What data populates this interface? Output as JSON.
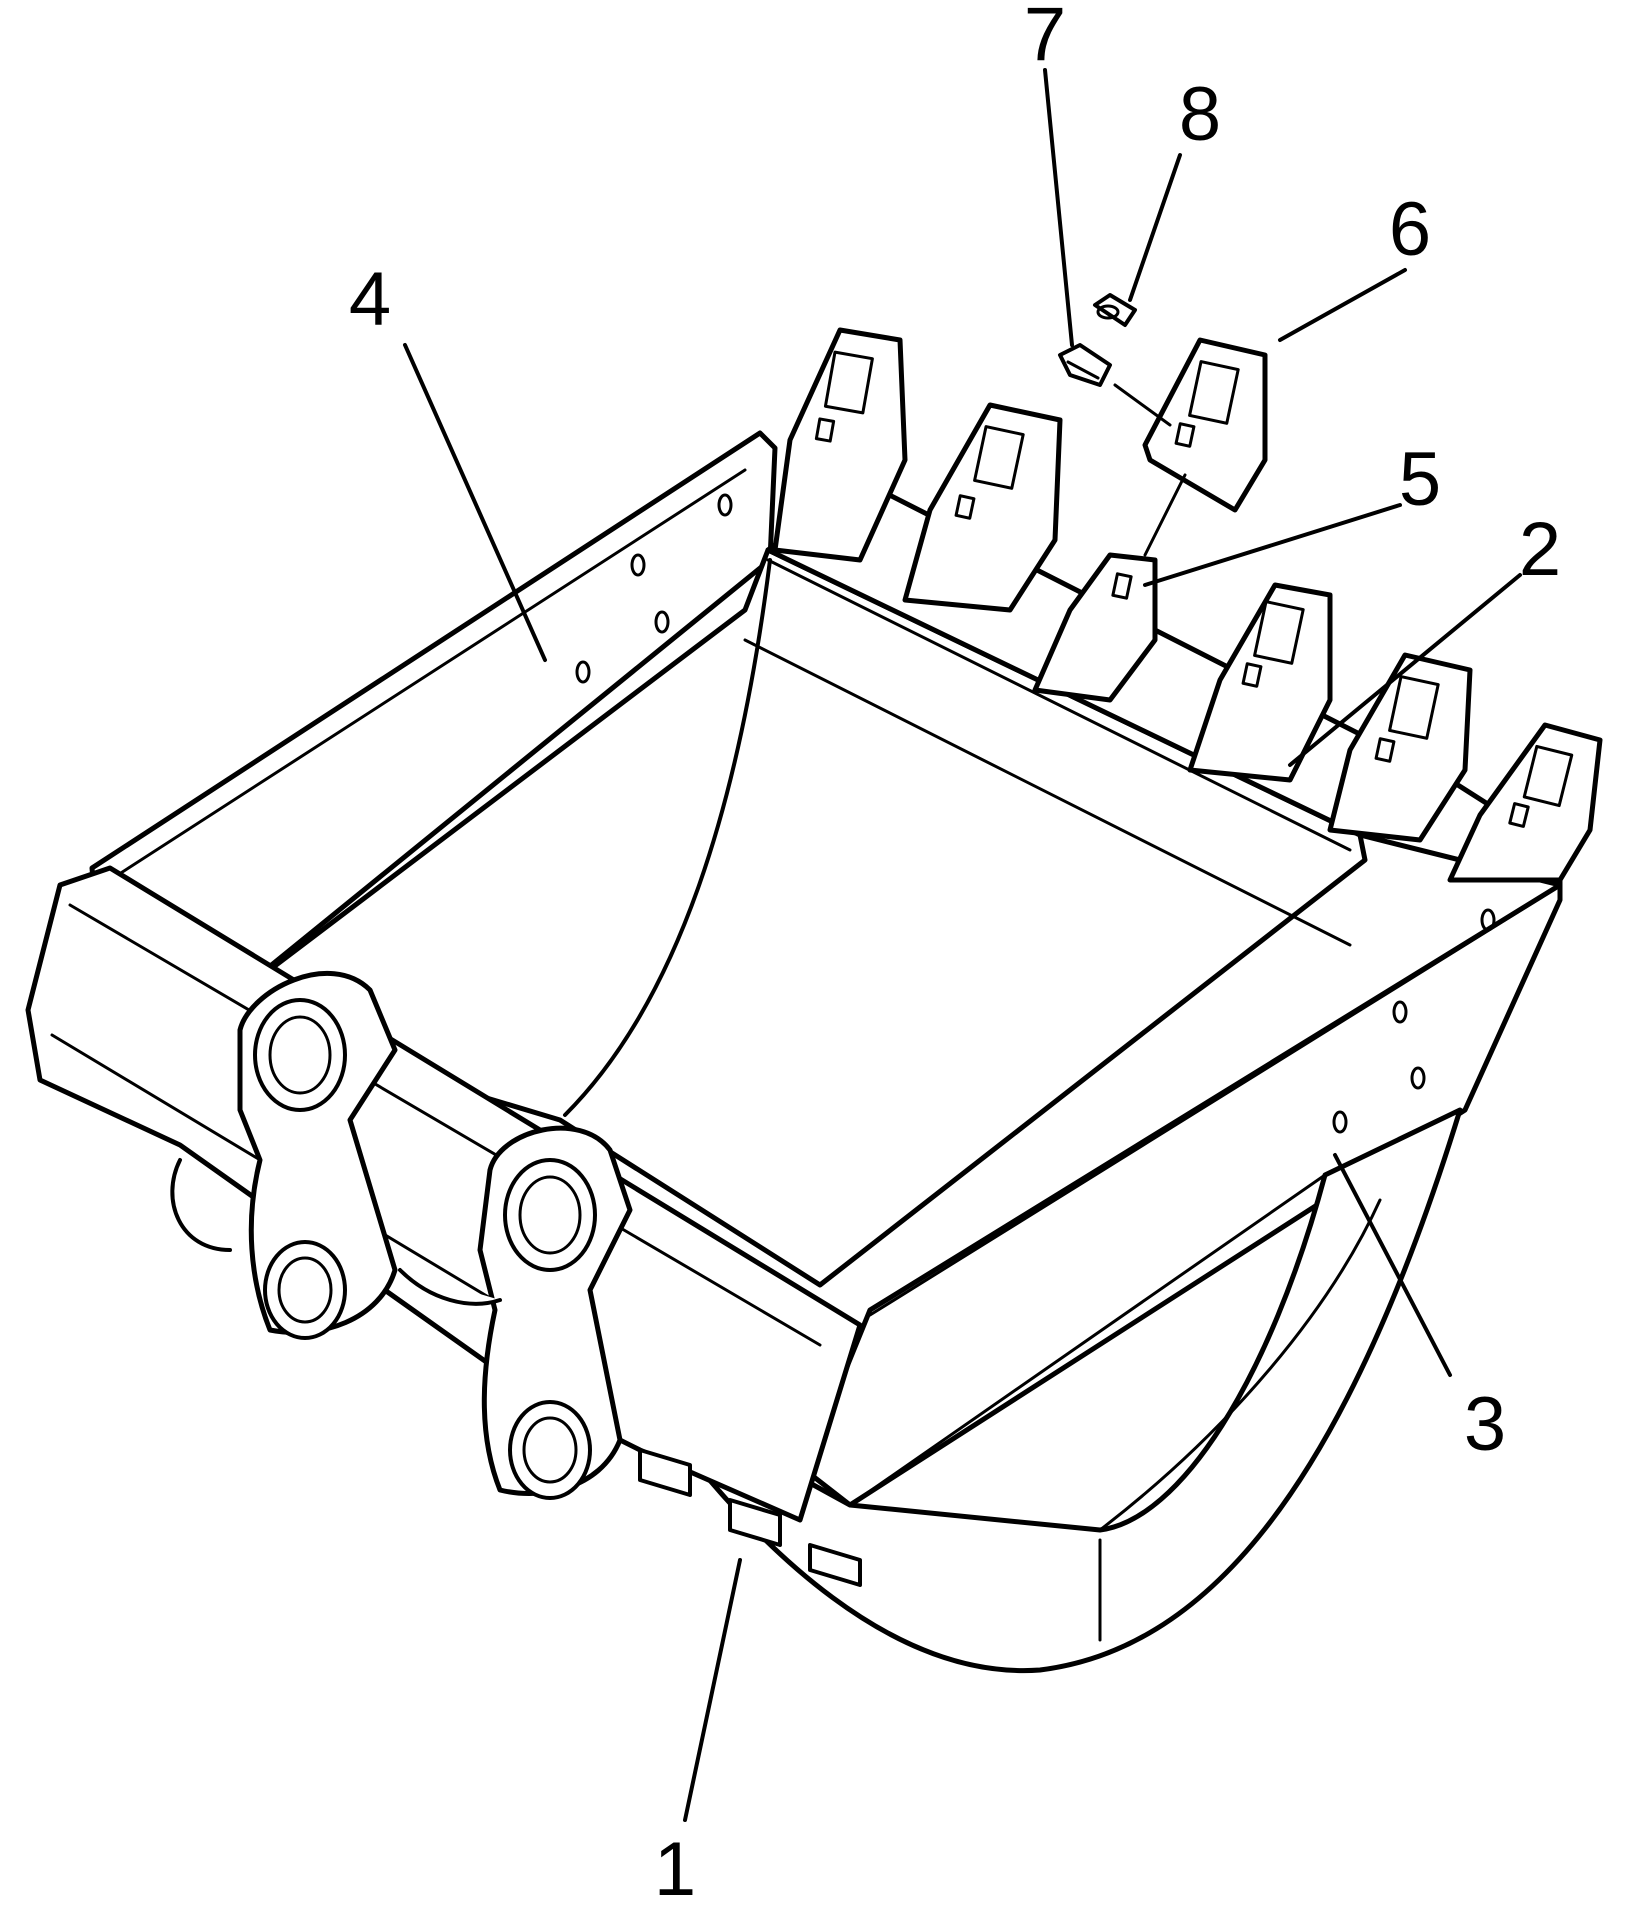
{
  "figure": {
    "subject_icon": "excavator-bucket-exploded-view",
    "colors": {
      "ink": "#000000",
      "paper": "#ffffff"
    },
    "callouts": [
      {
        "id": "c1",
        "label": "1"
      },
      {
        "id": "c2",
        "label": "2"
      },
      {
        "id": "c3",
        "label": "3"
      },
      {
        "id": "c4",
        "label": "4"
      },
      {
        "id": "c5",
        "label": "5"
      },
      {
        "id": "c6",
        "label": "6"
      },
      {
        "id": "c7",
        "label": "7"
      },
      {
        "id": "c8",
        "label": "8"
      }
    ]
  }
}
